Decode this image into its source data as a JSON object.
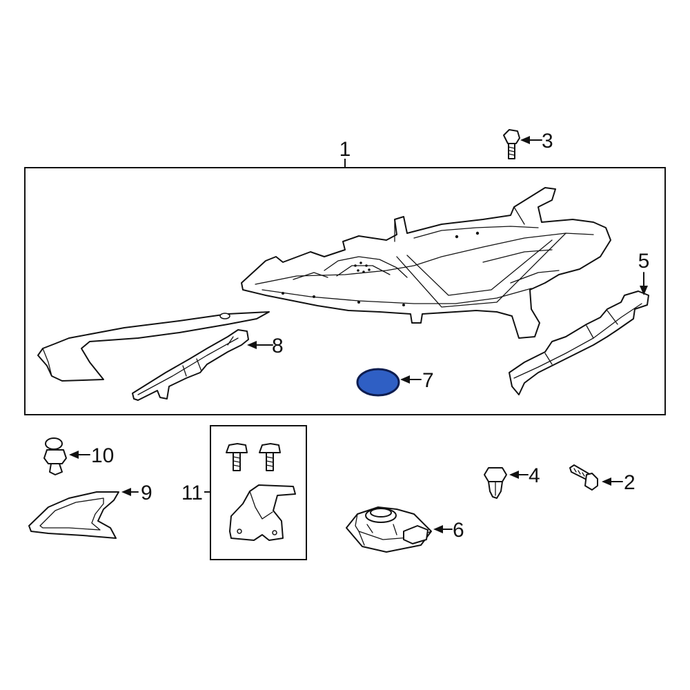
{
  "callouts": {
    "c1": "1",
    "c2": "2",
    "c3": "3",
    "c4": "4",
    "c5": "5",
    "c6": "6",
    "c7": "7",
    "c8": "8",
    "c9": "9",
    "c10": "10",
    "c11": "11"
  },
  "colors": {
    "line": "#111111",
    "background": "#ffffff",
    "highlight_fill": "#2f5fc4",
    "highlight_stroke": "#0d1d50"
  },
  "highlighted_part": "7"
}
